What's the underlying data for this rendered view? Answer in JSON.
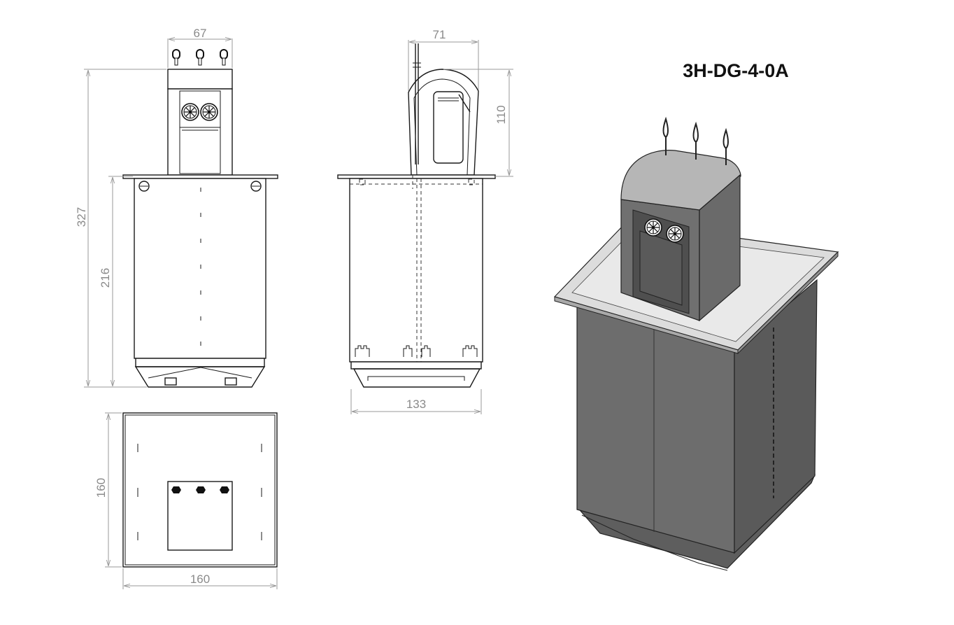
{
  "drawing": {
    "model_code": "3H-DG-4-0A",
    "dimensions": {
      "front_top_width": "67",
      "front_total_height": "327",
      "front_body_height": "216",
      "side_top_width": "71",
      "side_top_height": "110",
      "side_body_width": "133",
      "plan_height": "160",
      "plan_width": "160"
    }
  }
}
